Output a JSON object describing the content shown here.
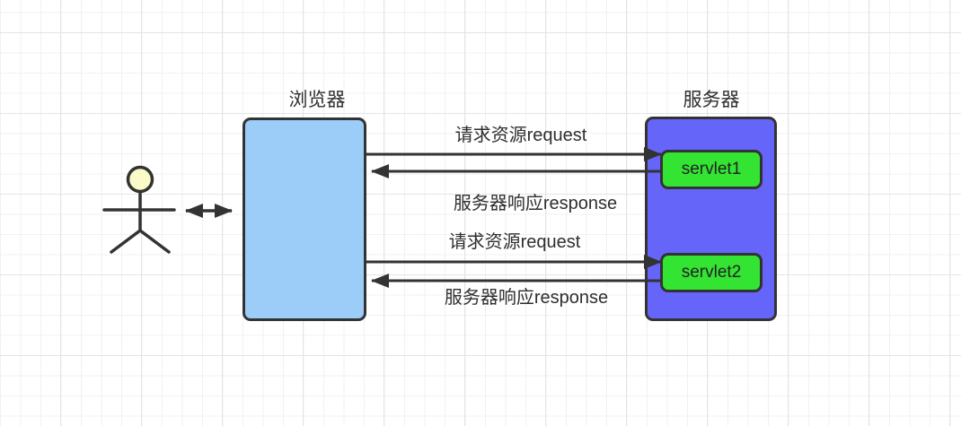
{
  "diagram": {
    "kind": "sequence-architecture-sketch",
    "nodes": {
      "user": {
        "shape": "stick-figure-actor"
      },
      "browser": {
        "label": "浏览器"
      },
      "server": {
        "label": "服务器"
      },
      "servlet1": {
        "label": "servlet1"
      },
      "servlet2": {
        "label": "servlet2"
      }
    },
    "messages": [
      {
        "label": "请求资源request",
        "direction": "right",
        "from": "浏览器",
        "to": "servlet1"
      },
      {
        "label": "服务器响应response",
        "direction": "left",
        "from": "servlet1",
        "to": "浏览器"
      },
      {
        "label": "请求资源request",
        "direction": "right",
        "from": "浏览器",
        "to": "servlet2"
      },
      {
        "label": "服务器响应response",
        "direction": "left",
        "from": "servlet2",
        "to": "浏览器"
      }
    ],
    "user_browser_link": {
      "type": "double-headed-arrow"
    },
    "colors": {
      "browser_fill": "#9bcdf8",
      "server_fill": "#6665fa",
      "servlet_fill": "#33e433",
      "actor_head_fill": "#fbfbc9",
      "stroke": "#333333",
      "text": "#2f2f2f",
      "grid_minor": "#f1f1f3",
      "grid_major": "#e4e4e8",
      "background": "#ffffff"
    }
  }
}
